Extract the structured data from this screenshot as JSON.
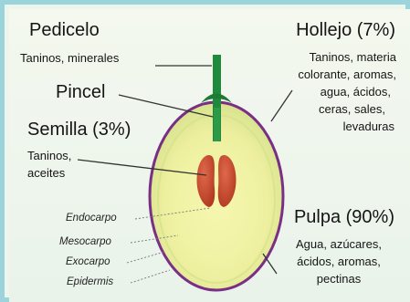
{
  "labels": {
    "pedicelo": "Pedicelo",
    "pedicelo_desc": "Taninos, minerales",
    "pincel": "Pincel",
    "semilla": "Semilla (3%)",
    "semilla_desc_1": "Taninos,",
    "semilla_desc_2": "aceites",
    "hollejo": "Hollejo (7%)",
    "hollejo_desc": [
      "Taninos, materia",
      "colorante, aromas,",
      "agua, ácidos,",
      "ceras, sales,",
      "levaduras"
    ],
    "pulpa": "Pulpa (90%)",
    "pulpa_desc": [
      "Agua, azúcares,",
      "ácidos, aromas,",
      "pectinas"
    ],
    "layers": [
      "Endocarpo",
      "Mesocarpo",
      "Exocarpo",
      "Epidermis"
    ]
  },
  "colors": {
    "border": "#9cd4dc",
    "skin": "#7a2f86",
    "pulp_center": "#f4f6a6",
    "pulp_edge": "#cfe08a",
    "stem": "#1f8a3c",
    "seed": "#c0462b"
  }
}
